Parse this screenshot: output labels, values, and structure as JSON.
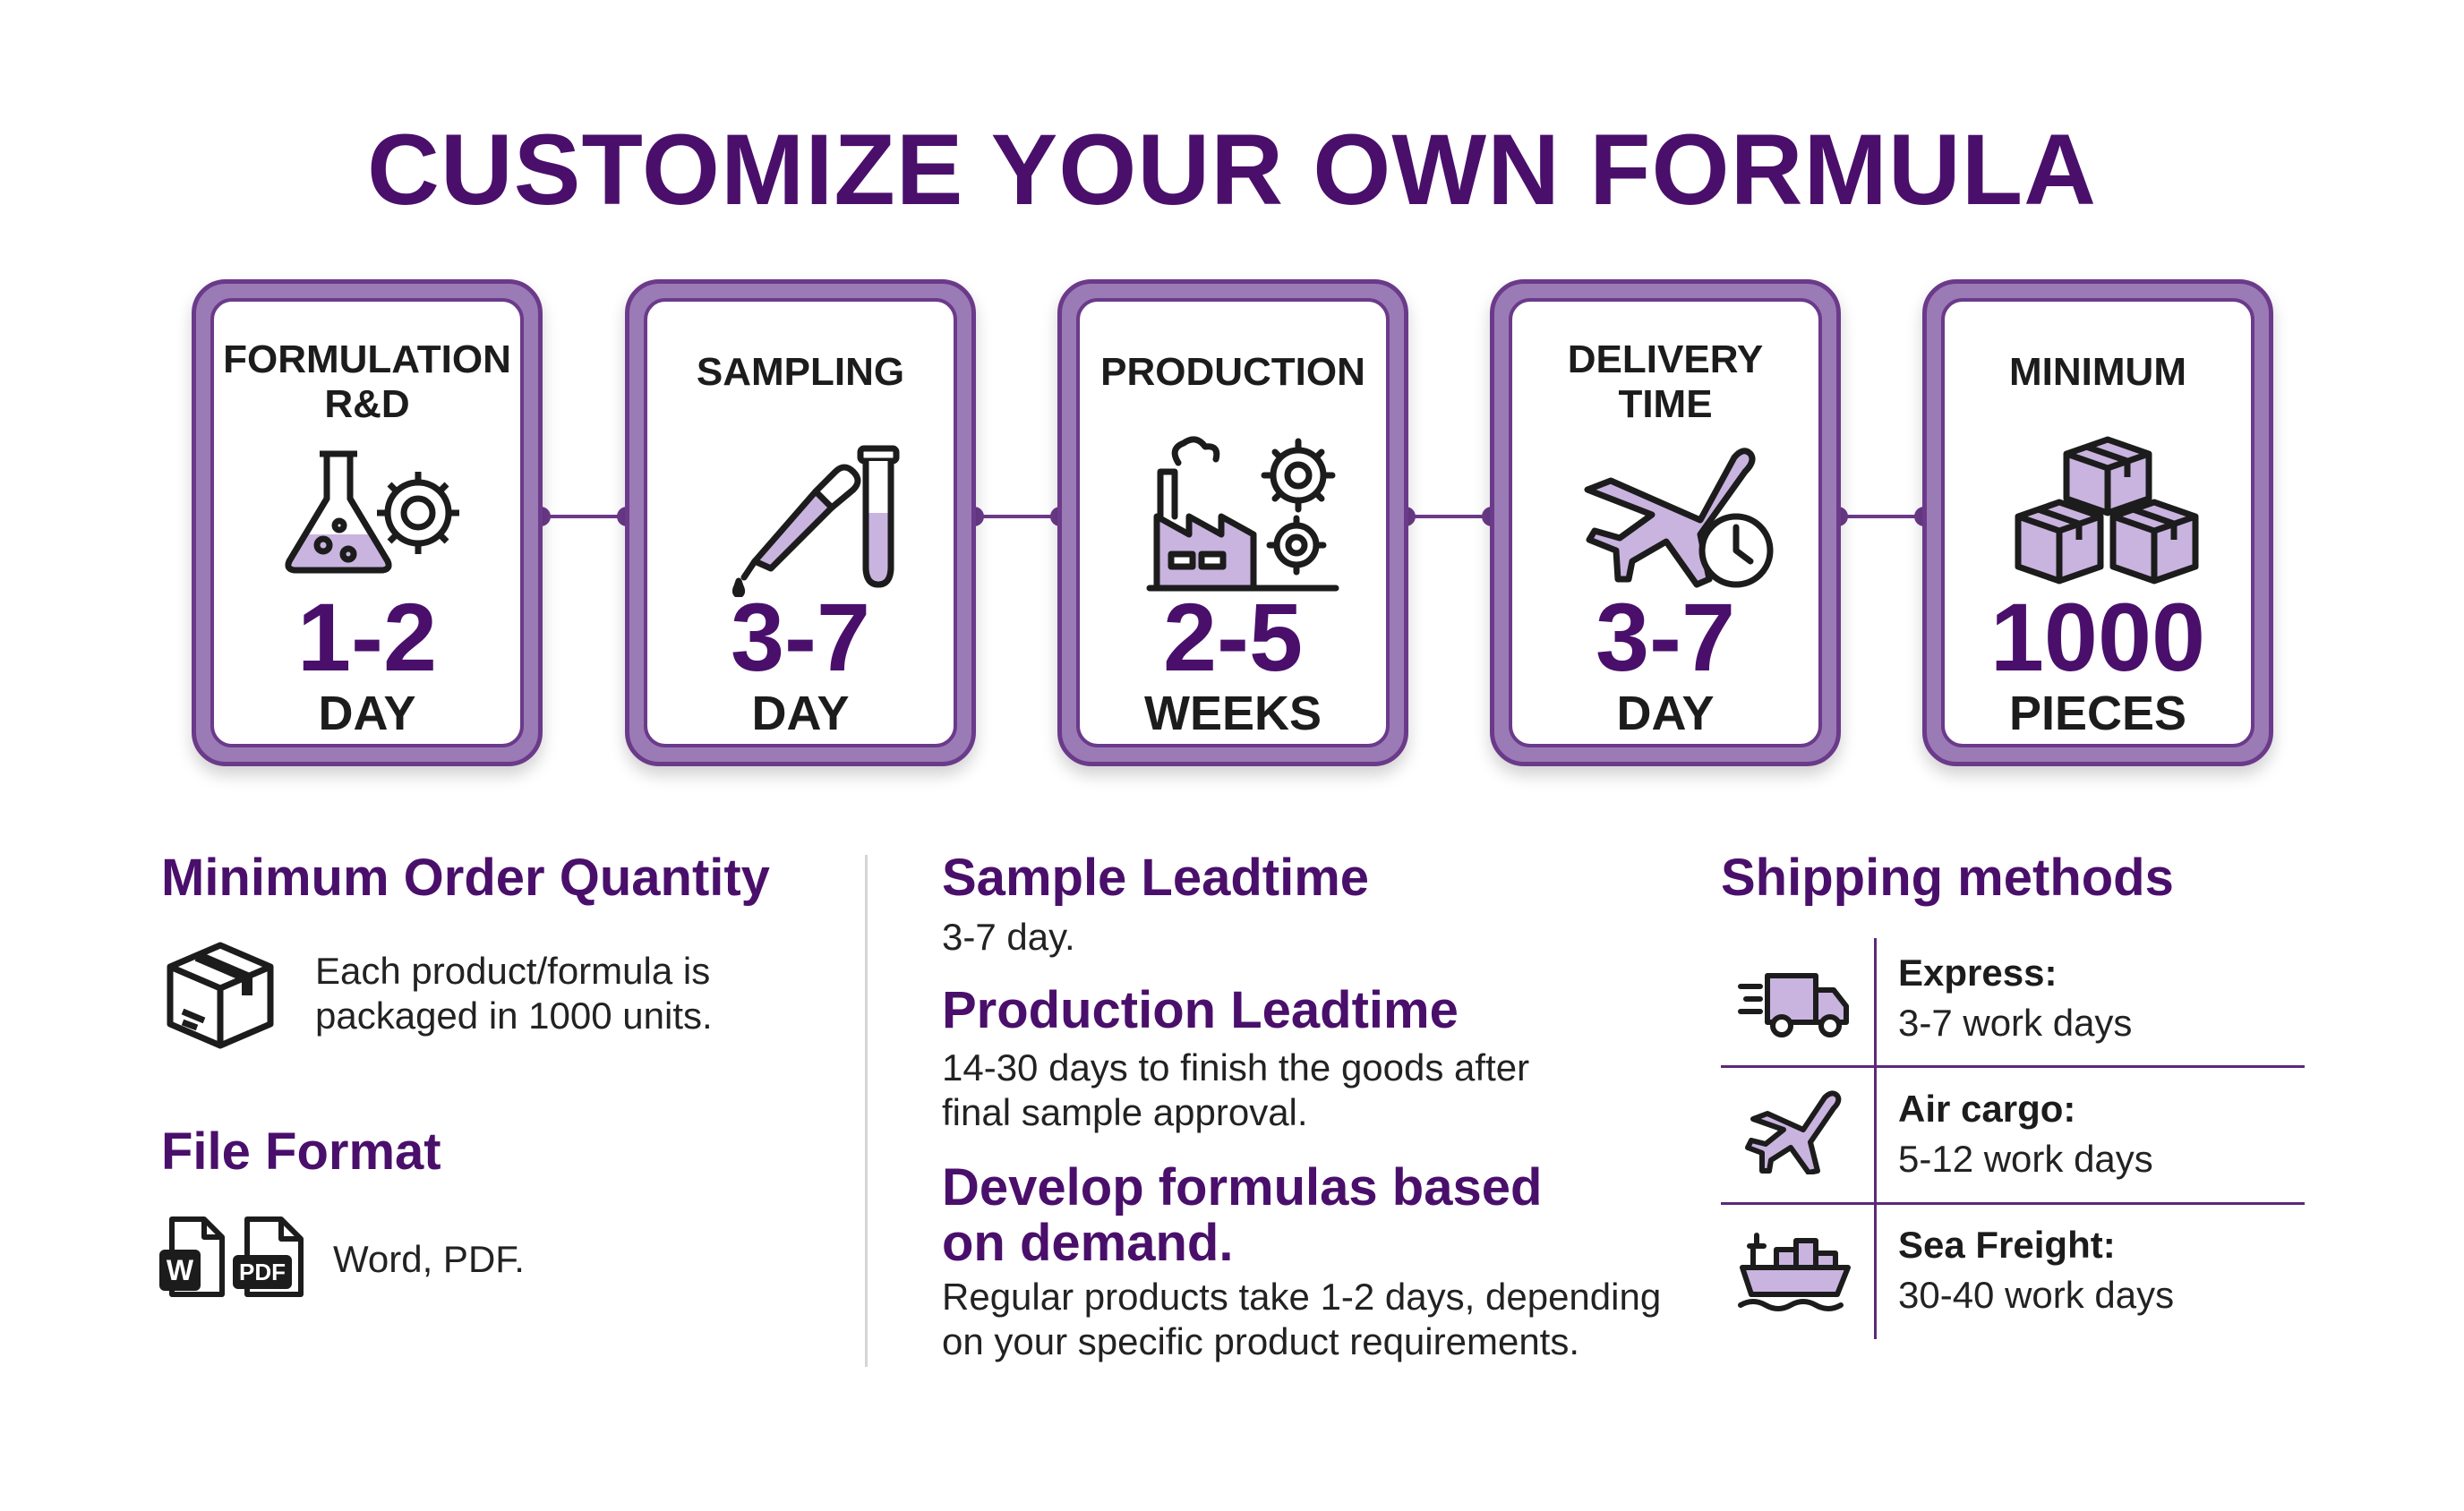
{
  "title": "CUSTOMIZE YOUR OWN FORMULA",
  "colors": {
    "accent": "#4a0f6b",
    "card_border": "#6b3a8a",
    "icon_fill": "#c9b3df"
  },
  "steps": [
    {
      "label_line1": "FORMULATION",
      "label_line2": "R&D",
      "value": "1-2",
      "unit": "DAY",
      "icon": "flask-gear-icon"
    },
    {
      "label_line1": "SAMPLING",
      "label_line2": "",
      "value": "3-7",
      "unit": "DAY",
      "icon": "dropper-testtube-icon"
    },
    {
      "label_line1": "PRODUCTION",
      "label_line2": "",
      "value": "2-5",
      "unit": "WEEKS",
      "icon": "factory-gears-icon"
    },
    {
      "label_line1": "DELIVERY",
      "label_line2": "TIME",
      "value": "3-7",
      "unit": "DAY",
      "icon": "airplane-clock-icon"
    },
    {
      "label_line1": "MINIMUM",
      "label_line2": "",
      "value": "1000",
      "unit": "PIECES",
      "icon": "boxes-icon"
    }
  ],
  "moq": {
    "heading": "Minimum Order Quantity",
    "text_line1": "Each product/formula is",
    "text_line2": "packaged in 1000 units."
  },
  "file_format": {
    "heading": "File Format",
    "text": "Word, PDF.",
    "word_badge": "W",
    "pdf_badge": "PDF"
  },
  "sample_leadtime": {
    "heading": "Sample Leadtime",
    "text": "3-7 day."
  },
  "production_leadtime": {
    "heading": "Production Leadtime",
    "text_line1": "14-30 days to finish the goods after",
    "text_line2": "final sample approval."
  },
  "develop": {
    "heading_line1": "Develop formulas based",
    "heading_line2": "on demand.",
    "text_line1": "Regular products take 1-2 days, depending",
    "text_line2": "on your specific product requirements."
  },
  "shipping": {
    "heading": "Shipping methods",
    "methods": [
      {
        "name": "Express:",
        "time": "3-7 work days",
        "icon": "truck-icon"
      },
      {
        "name": "Air cargo:",
        "time": "5-12 work days",
        "icon": "airplane-icon"
      },
      {
        "name": "Sea Freight:",
        "time": "30-40 work days",
        "icon": "ship-icon"
      }
    ]
  }
}
